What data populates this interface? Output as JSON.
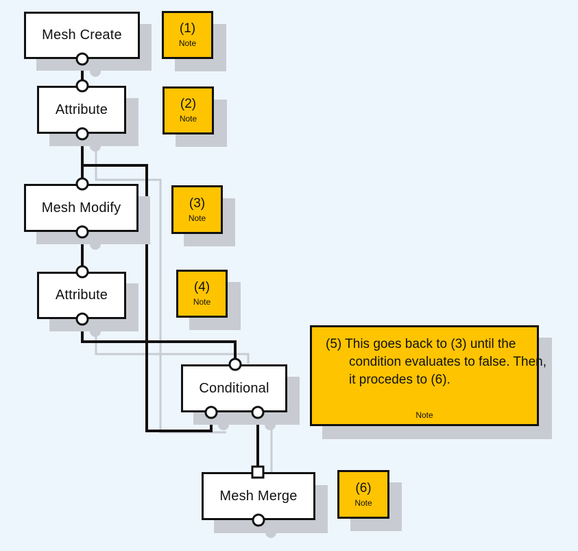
{
  "nodes": {
    "mesh_create": "Mesh Create",
    "attribute_1": "Attribute",
    "mesh_modify": "Mesh Modify",
    "attribute_2": "Attribute",
    "conditional": "Conditional",
    "mesh_merge": "Mesh Merge"
  },
  "notes": {
    "n1": {
      "num": "(1)",
      "label": "Note"
    },
    "n2": {
      "num": "(2)",
      "label": "Note"
    },
    "n3": {
      "num": "(3)",
      "label": "Note"
    },
    "n4": {
      "num": "(4)",
      "label": "Note"
    },
    "n5": {
      "text": "(5) This goes back to (3) until the condition evaluates to false. Then, it procedes to (6).",
      "label": "Note"
    },
    "n6": {
      "num": "(6)",
      "label": "Note"
    }
  },
  "colors": {
    "background": "#eef6fd",
    "node_fill": "#ffffff",
    "note_fill": "#ffc400",
    "shadow": "#c8ccd2",
    "edge": "#111111"
  }
}
